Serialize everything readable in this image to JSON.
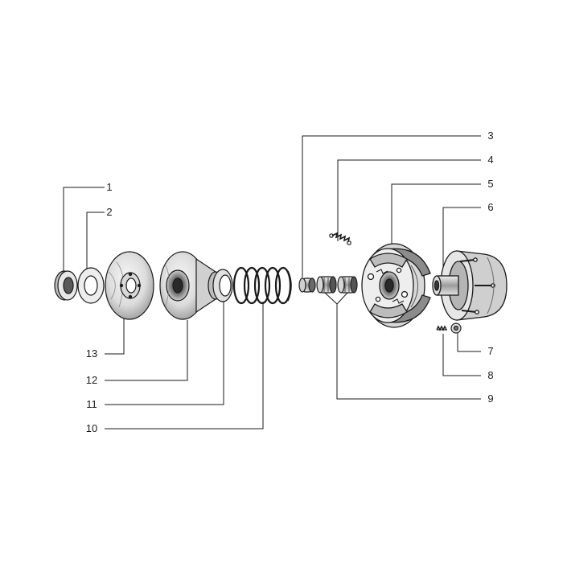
{
  "diagram": {
    "colors": {
      "ink": "#1a1a1a",
      "part_fill": "#e6e6e6",
      "part_shade": "#a8a8a8",
      "part_dark": "#4a4a4a",
      "paper": "#ffffff"
    },
    "callouts": [
      {
        "id": "1",
        "label": "1"
      },
      {
        "id": "2",
        "label": "2"
      },
      {
        "id": "3",
        "label": "3"
      },
      {
        "id": "4",
        "label": "4"
      },
      {
        "id": "5",
        "label": "5"
      },
      {
        "id": "6",
        "label": "6"
      },
      {
        "id": "7",
        "label": "7"
      },
      {
        "id": "8",
        "label": "8"
      },
      {
        "id": "9",
        "label": "9"
      },
      {
        "id": "10",
        "label": "10"
      },
      {
        "id": "11",
        "label": "11"
      },
      {
        "id": "12",
        "label": "12"
      },
      {
        "id": "13",
        "label": "13"
      }
    ]
  }
}
